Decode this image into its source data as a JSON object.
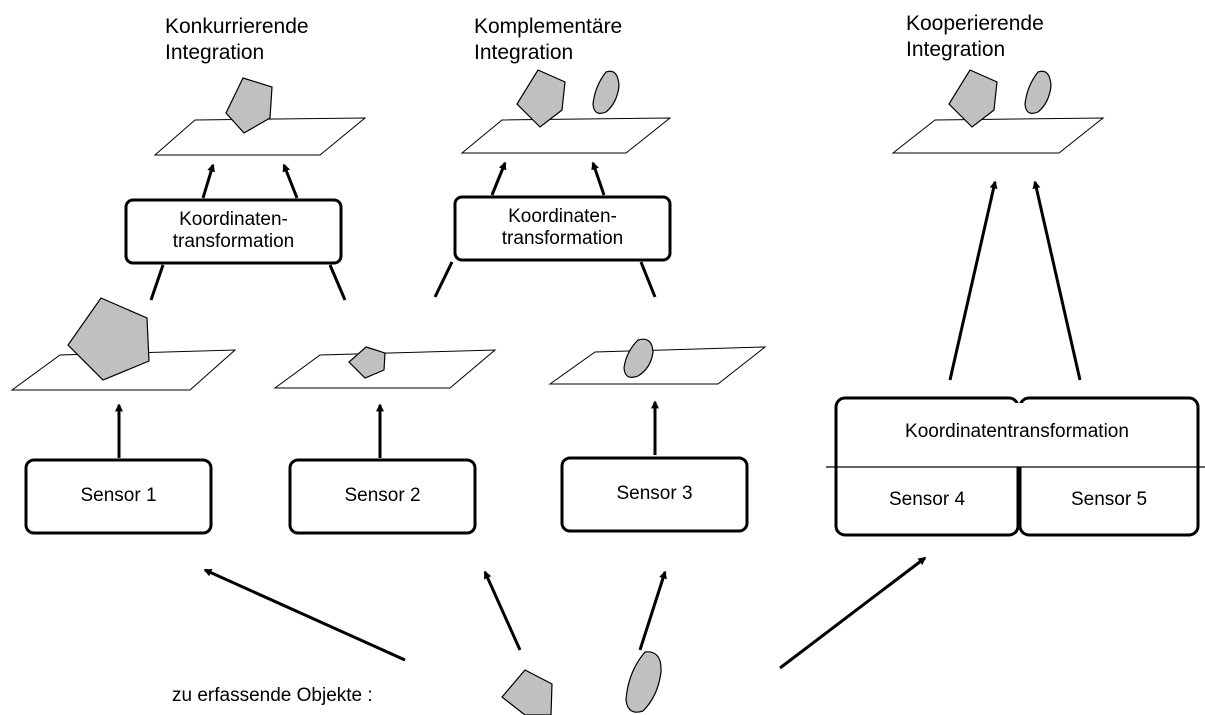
{
  "headings": {
    "concurrent": [
      "Konkurrierende",
      "Integration"
    ],
    "complementary": [
      "Komplementäre",
      "Integration"
    ],
    "cooperative": [
      "Kooperierende",
      "Integration"
    ]
  },
  "transform": {
    "split": [
      "Koordinaten-",
      "transformation"
    ],
    "combined": "Koordinatentransformation"
  },
  "sensors": [
    "Sensor 1",
    "Sensor 2",
    "Sensor 3",
    "Sensor 4",
    "Sensor 5"
  ],
  "objects_label": "zu erfassende Objekte :",
  "colors": {
    "shape_fill": "#c0c0c0",
    "line": "#000000",
    "background": "#ffffff"
  },
  "icons": [
    "pentagon-object-icon",
    "rounded-object-icon"
  ]
}
